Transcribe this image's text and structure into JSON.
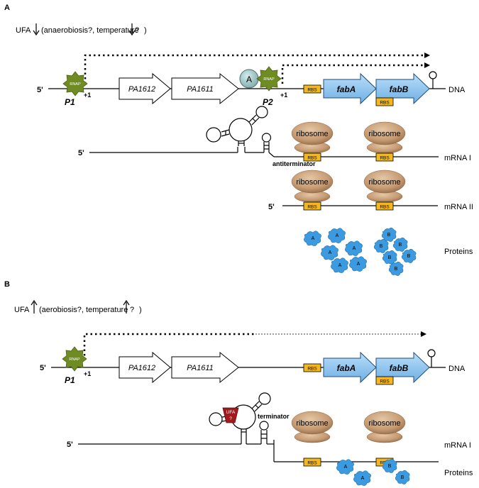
{
  "panel_a": {
    "letter": "A",
    "condition": {
      "ufa": "UFA",
      "text_1": "(anaerobiosis?, temperature",
      "text_2": "?",
      "text_3": ")"
    },
    "promoter_1": {
      "rnap": "RNAP",
      "name": "P1",
      "start": "+1"
    },
    "promoter_2": {
      "rnap": "RNAP",
      "name": "P2",
      "start": "+1"
    },
    "activator": "A",
    "five_prime": "5'",
    "genes": {
      "pa1612": "PA1612",
      "pa1611": "PA1611",
      "faba": "fabA",
      "fabb": "fabB"
    },
    "rbs": "RBS",
    "dna_label": "DNA",
    "ribosome": "ribosome",
    "antiterminator": "antiterminator",
    "mrna_1": "mRNA I",
    "mrna_2": "mRNA II",
    "proteins_label": "Proteins",
    "protein_a": "A",
    "protein_b": "B"
  },
  "panel_b": {
    "letter": "B",
    "condition": {
      "ufa": "UFA",
      "text_1": "(aerobiosis?, temperature",
      "text_2": "?",
      "text_3": ")"
    },
    "promoter_1": {
      "rnap": "RNAP",
      "name": "P1",
      "start": "+1"
    },
    "five_prime": "5'",
    "genes": {
      "pa1612": "PA1612",
      "pa1611": "PA1611",
      "faba": "fabA",
      "fabb": "fabB"
    },
    "rbs": "RBS",
    "dna_label": "DNA",
    "ufa_sensor": {
      "top": "UFA",
      "bottom": "?"
    },
    "terminator": "terminator",
    "ribosome": "ribosome",
    "mrna_1": "mRNA I",
    "proteins_label": "Proteins",
    "protein_a": "A",
    "protein_b": "B"
  },
  "colors": {
    "rnap_green": "#6e8c22",
    "activator_teal": "#9fc4c4",
    "gene_blue": "#8cc4ee",
    "rbs_yellow": "#f4b81e",
    "ribosome_tan": "#c9a07a",
    "protein_blue": "#3c9be0",
    "sensor_red": "#a3191c"
  }
}
